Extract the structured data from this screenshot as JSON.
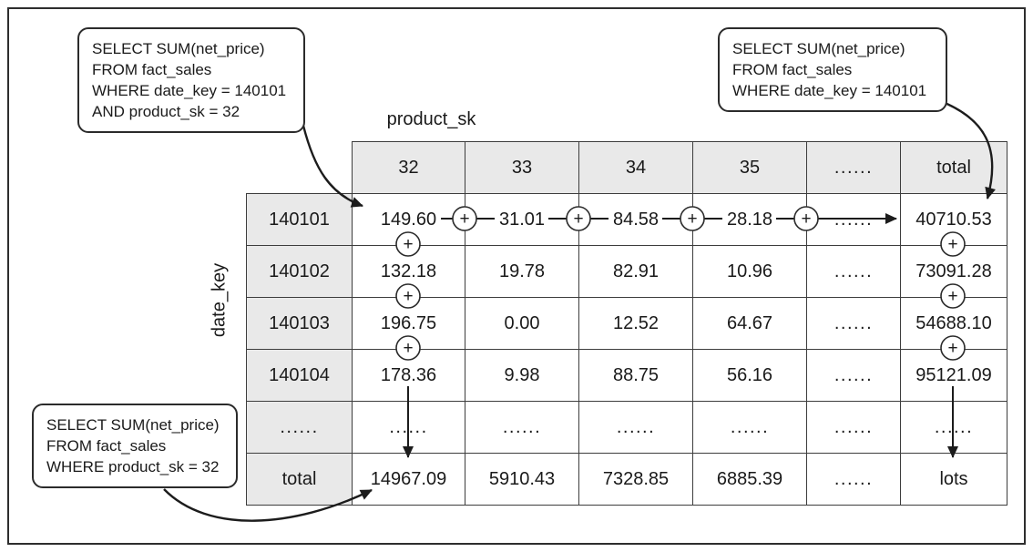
{
  "callouts": {
    "top_left": {
      "lines": [
        "SELECT SUM(net_price)",
        "FROM fact_sales",
        "WHERE date_key = 140101",
        "AND product_sk = 32"
      ]
    },
    "top_right": {
      "lines": [
        "SELECT SUM(net_price)",
        "FROM fact_sales",
        "WHERE date_key = 140101"
      ]
    },
    "bottom_left": {
      "lines": [
        "SELECT SUM(net_price)",
        "FROM fact_sales",
        "WHERE product_sk = 32"
      ]
    }
  },
  "axis_labels": {
    "column": "product_sk",
    "row": "date_key"
  },
  "table": {
    "column_headers": [
      "32",
      "33",
      "34",
      "35",
      "......",
      "total"
    ],
    "rows": [
      {
        "label": "140101",
        "cells": [
          "149.60",
          "31.01",
          "84.58",
          "28.18",
          "......",
          "40710.53"
        ]
      },
      {
        "label": "140102",
        "cells": [
          "132.18",
          "19.78",
          "82.91",
          "10.96",
          "......",
          "73091.28"
        ]
      },
      {
        "label": "140103",
        "cells": [
          "196.75",
          "0.00",
          "12.52",
          "64.67",
          "......",
          "54688.10"
        ]
      },
      {
        "label": "140104",
        "cells": [
          "178.36",
          "9.98",
          "88.75",
          "56.16",
          "......",
          "95121.09"
        ]
      },
      {
        "label": "......",
        "cells": [
          "......",
          "......",
          "......",
          "......",
          "......",
          "......"
        ]
      },
      {
        "label": "total",
        "cells": [
          "14967.09",
          "5910.43",
          "7328.85",
          "6885.39",
          "......",
          "lots"
        ]
      }
    ]
  },
  "operators": {
    "plus": "+"
  },
  "colors": {
    "header_bg": "#e9e9e9",
    "table_border": "#3d3d3d",
    "line": "#1c1c1c",
    "text": "#1a1a1a"
  }
}
